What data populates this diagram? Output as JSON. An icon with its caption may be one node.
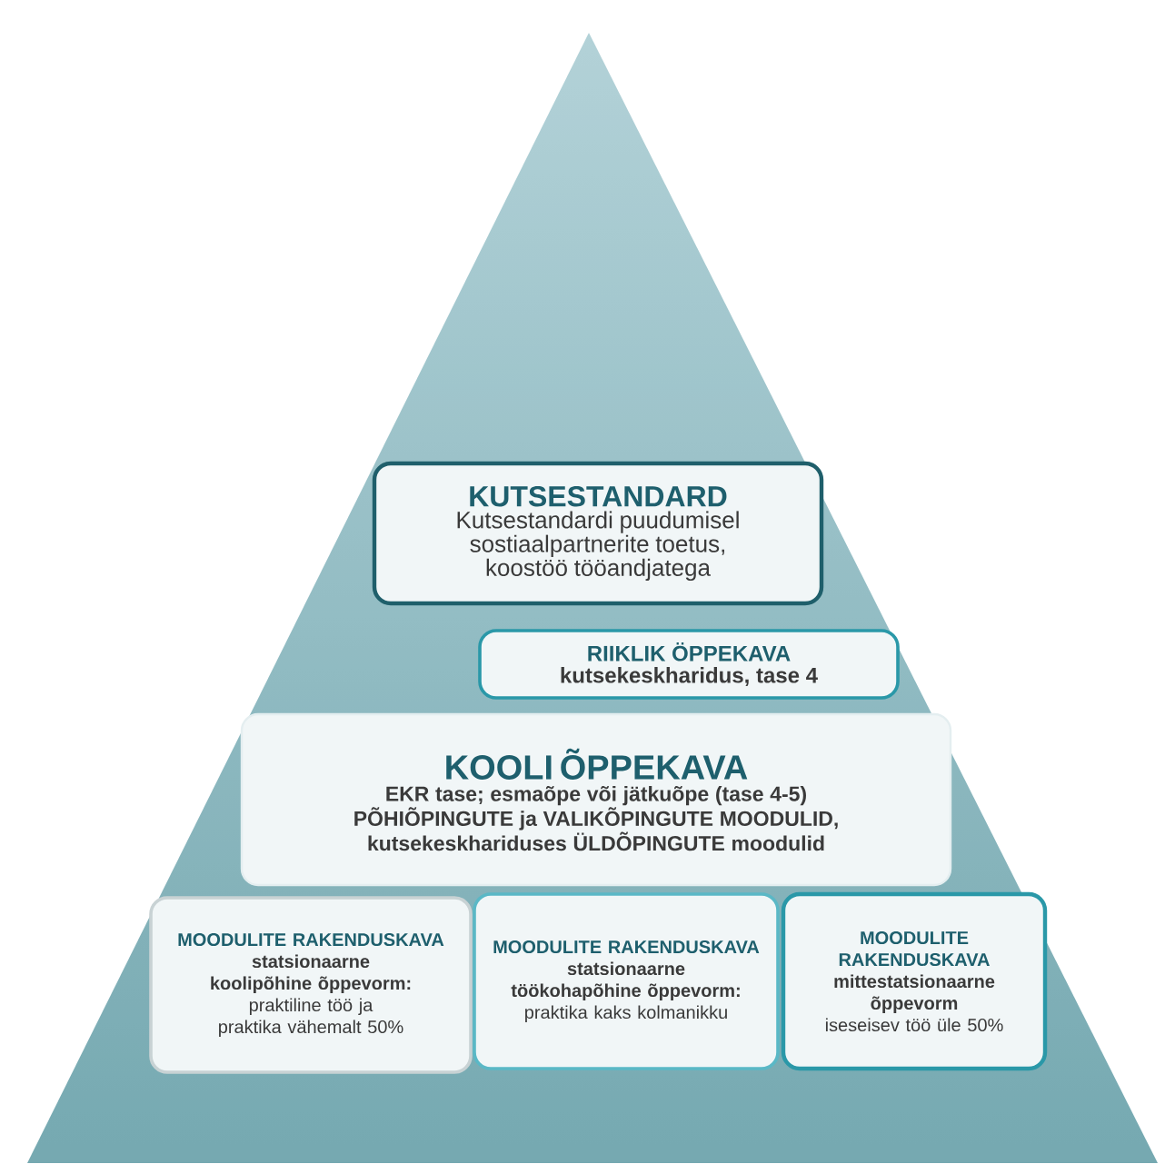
{
  "diagram": {
    "nodes": [
      {
        "text": [
          "KUTSESTANDARD",
          "Kutsestandardi puudumisel sostiaalpartnerite toetus, koostöö tööandjatega"
        ]
      },
      {
        "text": [
          "RIIKLIK ÖPPEKAVA",
          "kutsekeskharidus, tase 4"
        ]
      },
      {
        "text": [
          "KOOLI ÕPPEKAVA",
          "**EKR tase; esmaõpe või jätkuõpe** (tase 4-5)",
          "PÕHIÕPINGUTE ja VALIKÕPINGUTE MOODULID, kutsekeskhariduses ÜLDÕPINGUTE moodulid"
        ]
      },
      {
        "text": [
          "MOODULITE RAKENDUSKAVA",
          "statsionaarne koolipõhine õppevorm:",
          "praktiline töö ja praktika vähemalt 50%"
        ]
      },
      {
        "text": [
          "MOODULITE RAKENDUSKAVA",
          "statsionaarne töökohapõhine õppevorm:",
          "praktika kaks kolmanikku"
        ]
      },
      {
        "text": [
          "MOODULITE RAKENDUSKAVA",
          "mittestatsionaarne õppevorm",
          "iseseisev töö üle 50%"
        ]
      }
    ]
  }
}
